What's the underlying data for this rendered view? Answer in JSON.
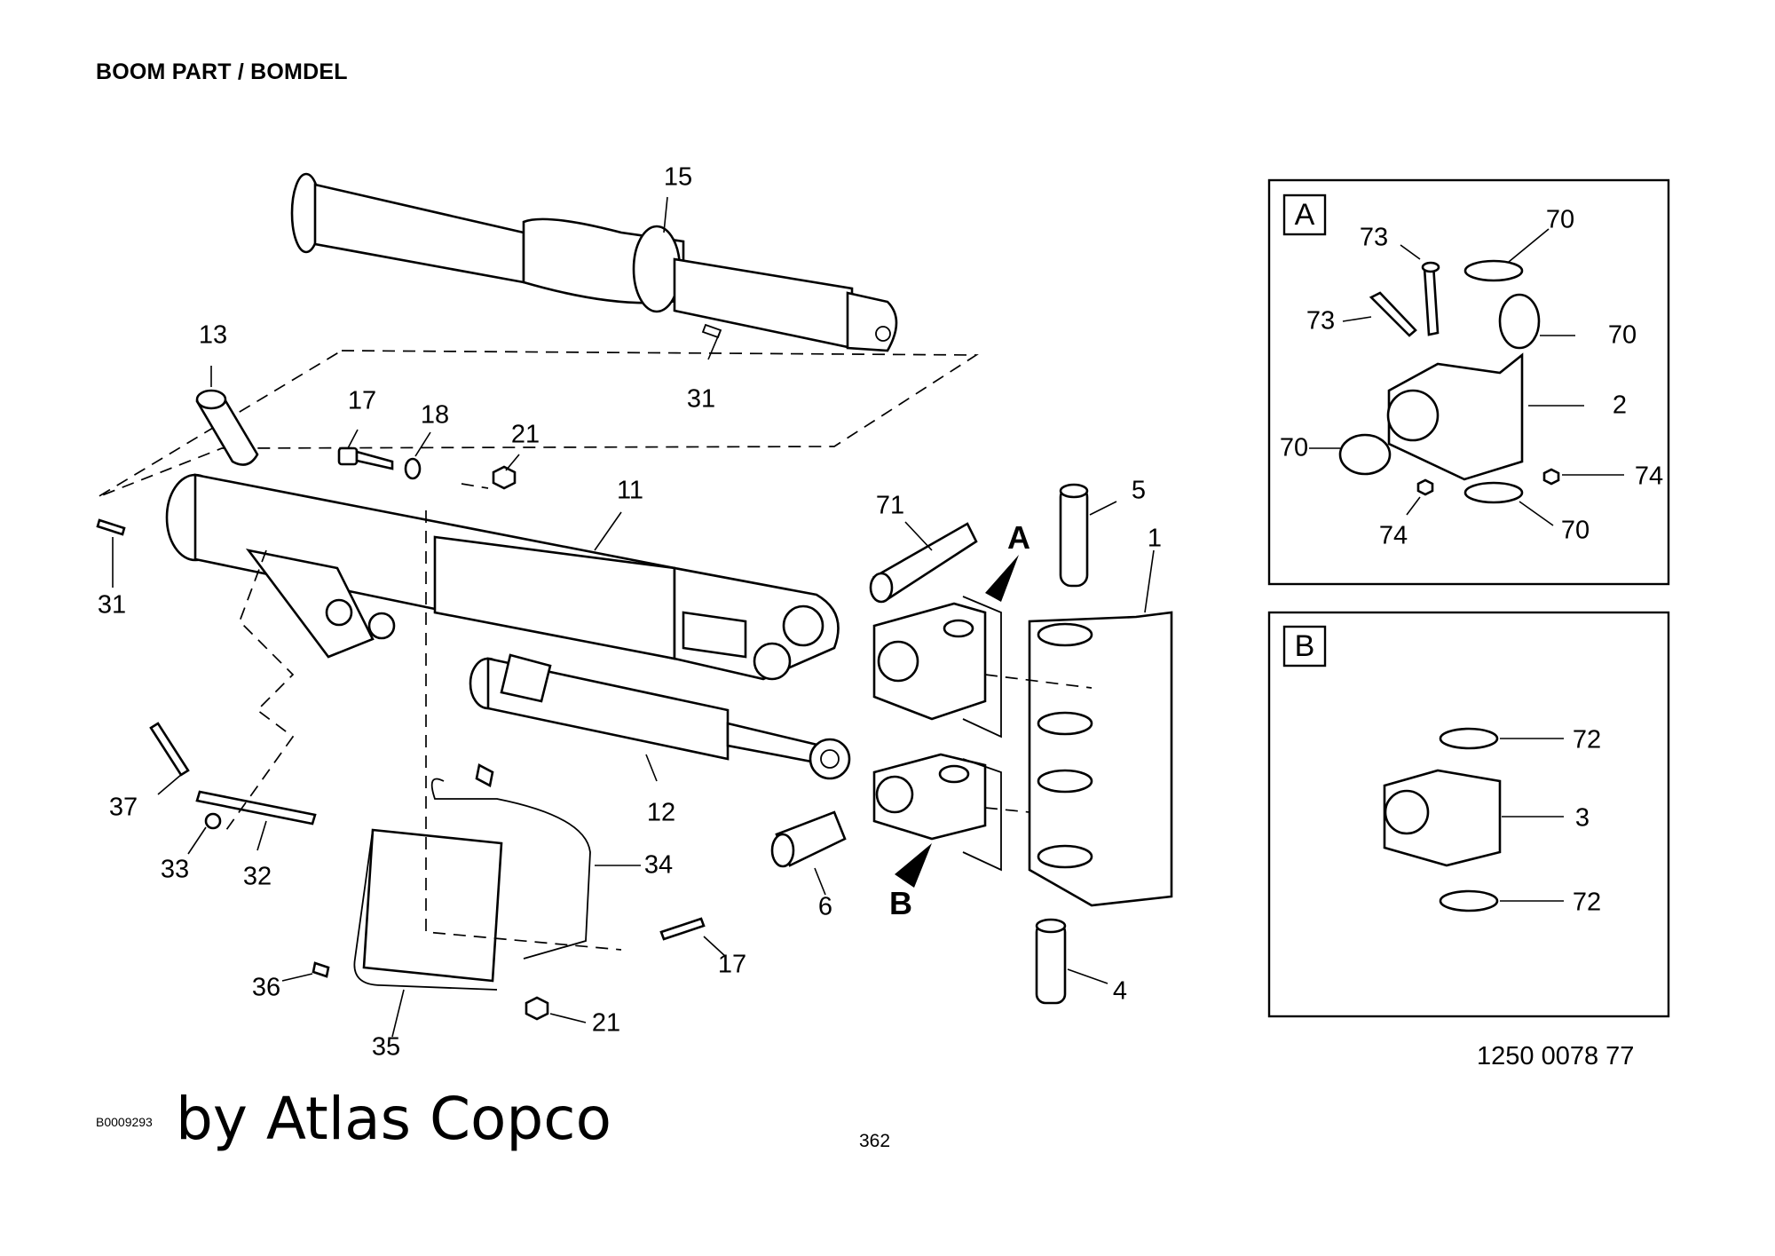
{
  "page": {
    "title": "BOOM PART / BOMDEL",
    "drawing_code": "B0009293",
    "watermark": "by Atlas Copco",
    "page_number": "362",
    "part_number": "1250 0078 77"
  },
  "callouts": [
    "15",
    "13",
    "17",
    "18",
    "21",
    "11",
    "31",
    "71",
    "5",
    "1",
    "A",
    "B",
    "12",
    "37",
    "33",
    "32",
    "34",
    "6",
    "17",
    "21",
    "36",
    "35",
    "4",
    "31"
  ],
  "detail_a": {
    "tag": "A",
    "callouts": [
      "73",
      "73",
      "70",
      "70",
      "70",
      "70",
      "2",
      "74",
      "74"
    ]
  },
  "detail_b": {
    "tag": "B",
    "callouts": [
      "72",
      "3",
      "72"
    ]
  }
}
